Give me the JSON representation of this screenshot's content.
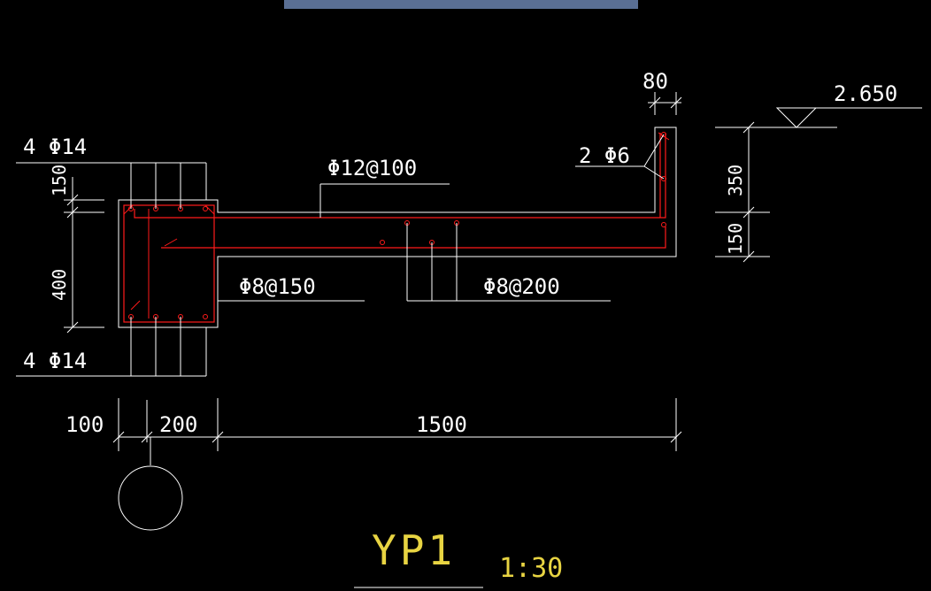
{
  "drawing": {
    "title": "YP1",
    "scale": "1:30",
    "elevation": "2.650",
    "labels": {
      "top_bars": "4 Φ14",
      "bottom_bars": "4 Φ14",
      "slab_top_rebar": "Φ12@100",
      "beam_stirrup": "Φ8@150",
      "slab_distribution": "Φ8@200",
      "upturn_bars": "2 Φ6"
    },
    "dimensions": {
      "upturn_thickness": "80",
      "upturn_height": "350",
      "slab_thickness": "150",
      "beam_top_offset": "150",
      "beam_depth": "400",
      "offset": "100",
      "beam_width": "200",
      "cantilever_length": "1500"
    }
  }
}
